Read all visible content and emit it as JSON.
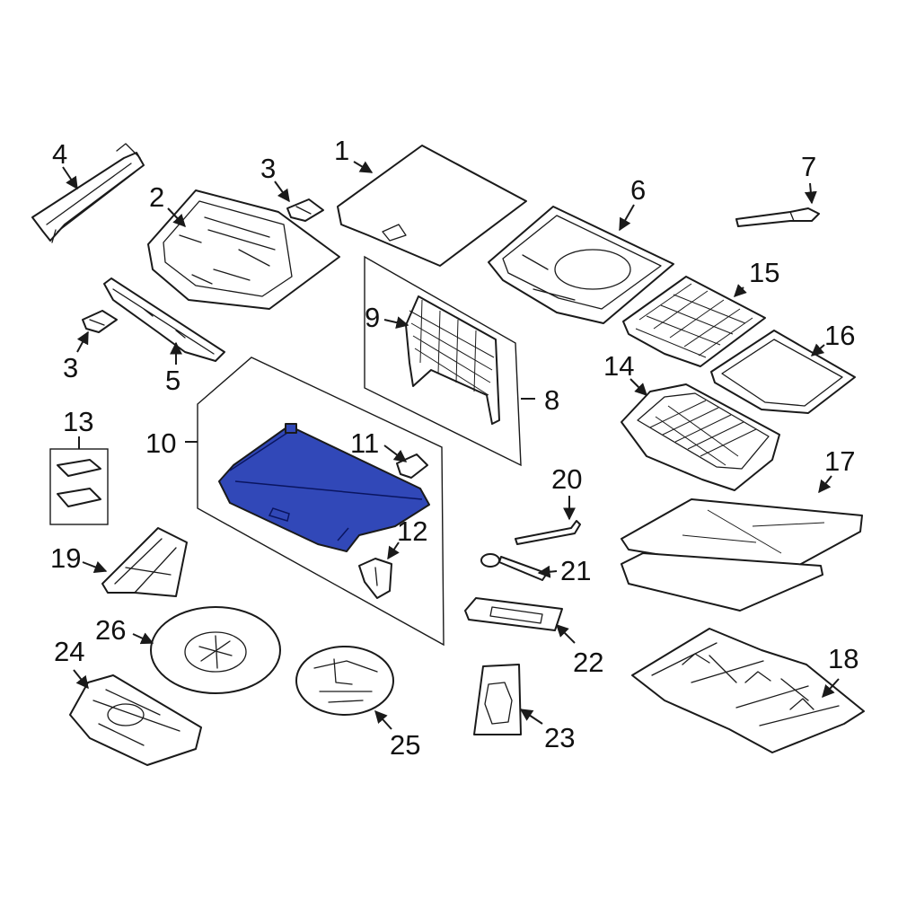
{
  "colors": {
    "highlight": "#3148b8",
    "line": "#1a1a1a",
    "background": "#ffffff"
  },
  "highlighted_part": "10",
  "callouts": {
    "c1": "1",
    "c2": "2",
    "c3a": "3",
    "c3b": "3",
    "c4": "4",
    "c5": "5",
    "c6": "6",
    "c7": "7",
    "c8": "8",
    "c9": "9",
    "c10": "10",
    "c11": "11",
    "c12": "12",
    "c13": "13",
    "c14": "14",
    "c15": "15",
    "c16": "16",
    "c17": "17",
    "c18": "18",
    "c19": "19",
    "c20": "20",
    "c21": "21",
    "c22": "22",
    "c23": "23",
    "c24": "24",
    "c25": "25",
    "c26": "26"
  }
}
